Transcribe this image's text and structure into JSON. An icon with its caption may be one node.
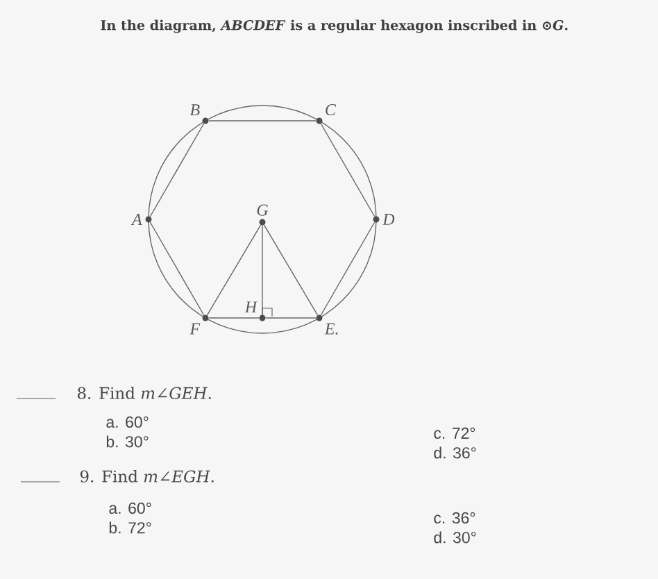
{
  "diagram": {
    "title": "In the diagram, *ABCDEF* is a regular hexagon inscribed in ⊙*G*.",
    "nodes": [
      {
        "text": [
          "B"
        ]
      },
      {
        "text": [
          "C"
        ]
      },
      {
        "text": [
          "A"
        ]
      },
      {
        "text": [
          "G"
        ]
      },
      {
        "text": [
          "D"
        ]
      },
      {
        "text": [
          "H"
        ]
      },
      {
        "text": [
          "F"
        ]
      },
      {
        "text": [
          "E."
        ]
      }
    ],
    "edges": [
      {
        "from": 2,
        "to": 0,
        "arrow": "none"
      },
      {
        "from": 0,
        "to": 1,
        "arrow": "none"
      },
      {
        "from": 1,
        "to": 4,
        "arrow": "none"
      },
      {
        "from": 4,
        "to": 7,
        "arrow": "none"
      },
      {
        "from": 7,
        "to": 5,
        "arrow": "none"
      },
      {
        "from": 5,
        "to": 6,
        "arrow": "none"
      },
      {
        "from": 6,
        "to": 2,
        "arrow": "none"
      },
      {
        "from": 3,
        "to": 6,
        "arrow": "none"
      },
      {
        "from": 3,
        "to": 7,
        "arrow": "none"
      },
      {
        "from": 3,
        "to": 5,
        "arrow": "none"
      }
    ],
    "labels": [
      "8. Find *m∠GEH*.",
      "a. 60°",
      "b. 30°",
      "c. 72°",
      "d. 36°",
      "9. Find *m∠EGH*.",
      "a. 60°",
      "b. 72°",
      "c. 36°",
      "d. 30°"
    ]
  }
}
